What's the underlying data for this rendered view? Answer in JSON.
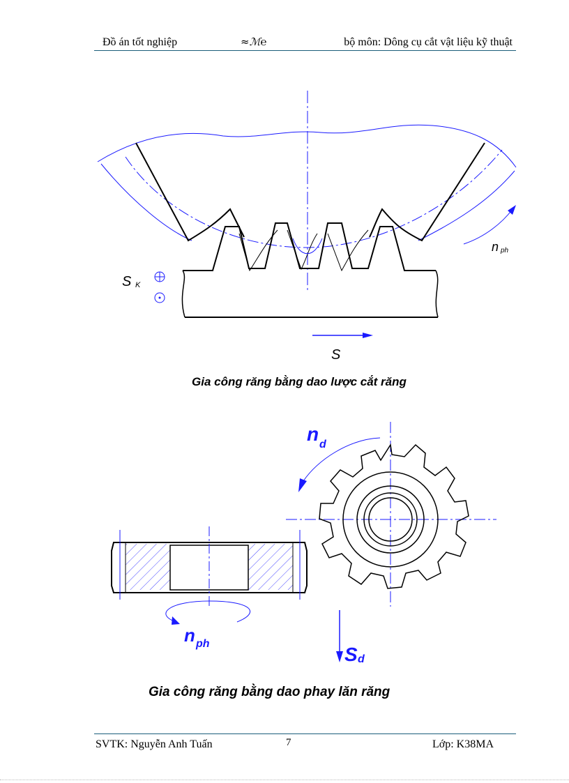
{
  "header": {
    "left": "Đồ án tốt nghiệp",
    "ornament": "≈ℳ℮",
    "right": "bộ môn: Dông cụ cắt vật liệu  kỹ thuật"
  },
  "figure1": {
    "caption": "Gia công răng bằng dao lược cắt răng",
    "labels": {
      "sk": "S",
      "sk_sub": "K",
      "s": "S",
      "nph": "n",
      "nph_sub": "ph"
    }
  },
  "figure2": {
    "caption": "Gia công răng bằng dao phay lăn răng",
    "labels": {
      "nd": "n",
      "nd_sub": "d",
      "sd": "S",
      "sd_sub": "d",
      "nph": "n",
      "nph_sub": "ph"
    }
  },
  "footer": {
    "left": "SVTK: Nguyễn  Anh Tuấn",
    "page": "7",
    "right": "Lớp: K38MA"
  },
  "colors": {
    "blue": "#1a1aff",
    "line": "#000000",
    "rule": "#1a5c7a"
  }
}
